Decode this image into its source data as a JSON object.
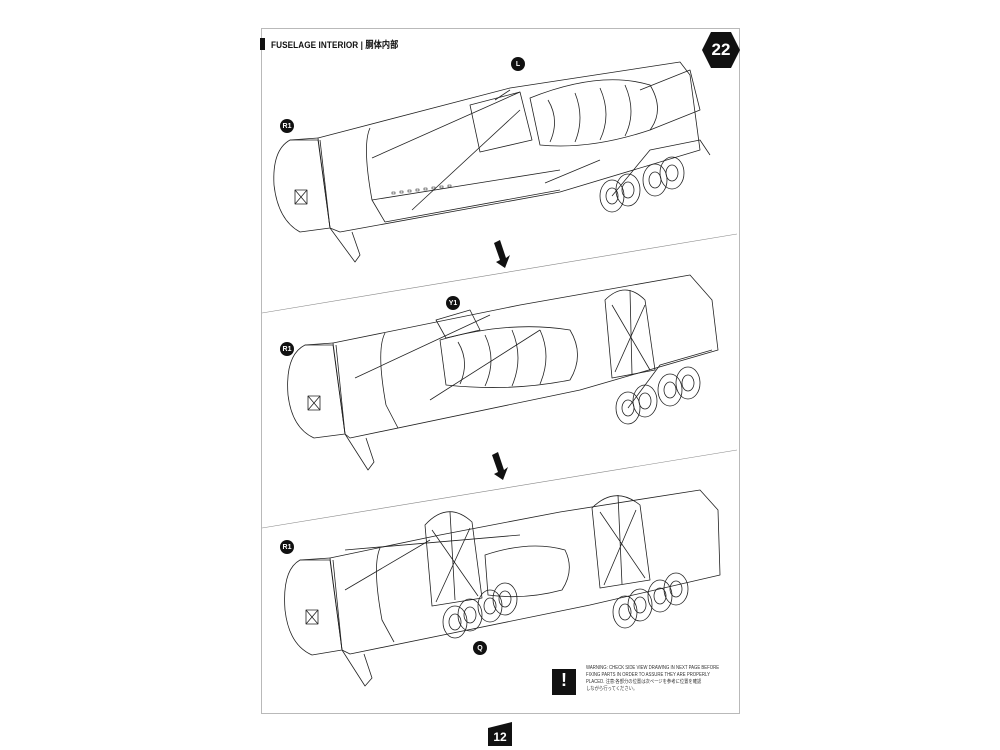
{
  "header": {
    "title": "FUSELAGE INTERIOR | 胴体内部"
  },
  "step": {
    "number": "22"
  },
  "part_labels": {
    "panel1_l": "L",
    "panel1_r1": "R1",
    "panel2_y1": "Y1",
    "panel2_r1": "R1",
    "panel3_r1": "R1",
    "panel3_q": "Q"
  },
  "warning": {
    "line1": "WARNING: CHECK SIDE VIEW DRAWING IN NEXT PAGE BEFORE",
    "line2": "FIXING PARTS IN ORDER TO ASSURE THEY ARE PROPERLY",
    "line3": "PLACED. 注意:各部分の位置は次ページを参考に位置を確認",
    "line4": "しながら行ってください。"
  },
  "footer": {
    "page_number": "12"
  }
}
